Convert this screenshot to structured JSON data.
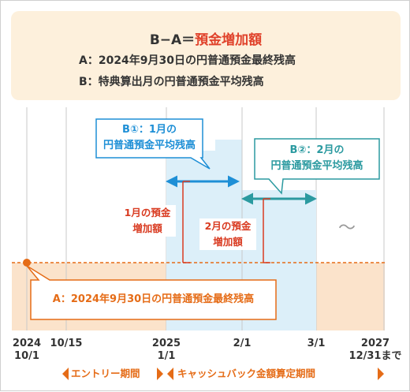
{
  "formula": {
    "title_prefix": "B−A＝",
    "title_highlight": "預金増加額",
    "def_a": "A：2024年9月30日の円普通預金最終残高",
    "def_b": "B：特典算出月の円普通預金平均残高"
  },
  "timeline": {
    "ticks": [
      {
        "line1": "2024",
        "line2": "10/1"
      },
      {
        "line1": "10/15",
        "line2": ""
      },
      {
        "line1": "2025",
        "line2": "1/1"
      },
      {
        "line1": "2/1",
        "line2": ""
      },
      {
        "line1": "3/1",
        "line2": ""
      },
      {
        "line1": "2027",
        "line2": "12/31まで"
      }
    ],
    "continuation_mark": "〜"
  },
  "callouts": {
    "b1_line1": "B①：1月の",
    "b1_line2": "円普通預金平均残高",
    "b2_line1": "B②：2月の",
    "b2_line2": "円普通預金平均残高",
    "a_label": "A：2024年9月30日の円普通預金最終残高"
  },
  "increase_labels": {
    "jan_line1": "1月の預金",
    "jan_line2": "増加額",
    "feb_line1": "2月の預金",
    "feb_line2": "増加額"
  },
  "periods": {
    "entry": "エントリー期間",
    "cashback": "キャッシュバック金額算定期間"
  },
  "colors": {
    "accent_red": "#e0422b",
    "orange": "#e56c17",
    "blue": "#1e8fd6",
    "teal": "#2b9aa0",
    "light_blue": "#dceff9",
    "peach": "#fbe3cb",
    "formula_bg": "#fdf0dc"
  }
}
